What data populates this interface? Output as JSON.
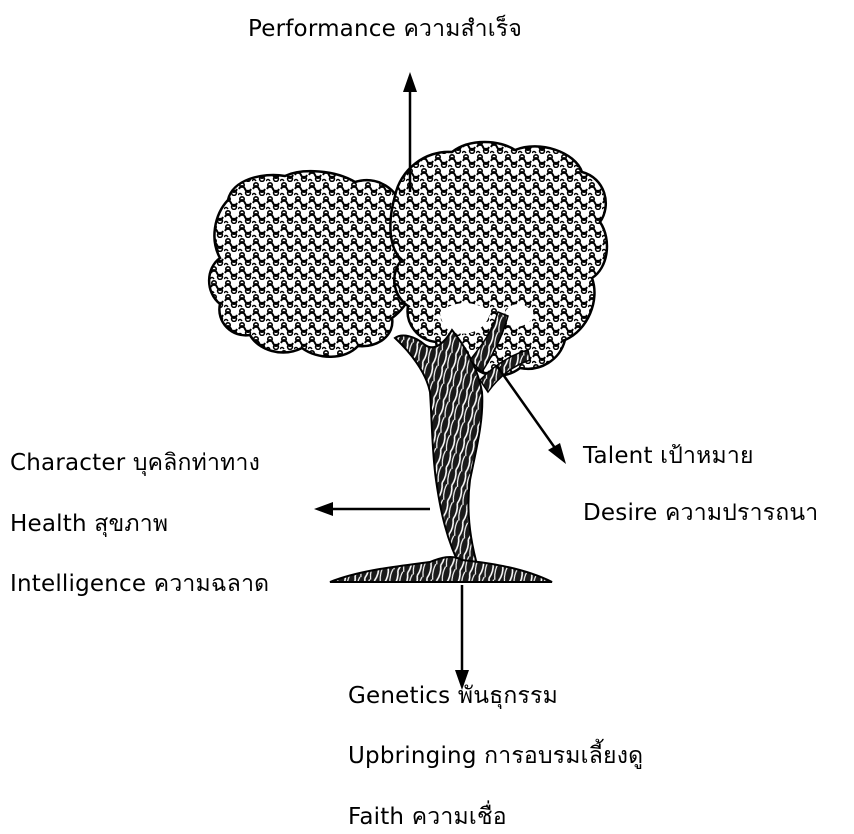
{
  "top": {
    "text": "Performance ความสำเร็จ"
  },
  "left": {
    "items": [
      "Character บุคลิกท่าทาง",
      "Health สุขภาพ",
      "Intelligence ความฉลาด"
    ]
  },
  "right": {
    "items": [
      "Talent เป้าหมาย",
      "Desire ความปรารถนา"
    ]
  },
  "bottom": {
    "items": [
      "Genetics พันธุกรรม",
      "Upbringing การอบรมเลี้ยงดู",
      "Faith ความเชื่อ"
    ]
  }
}
